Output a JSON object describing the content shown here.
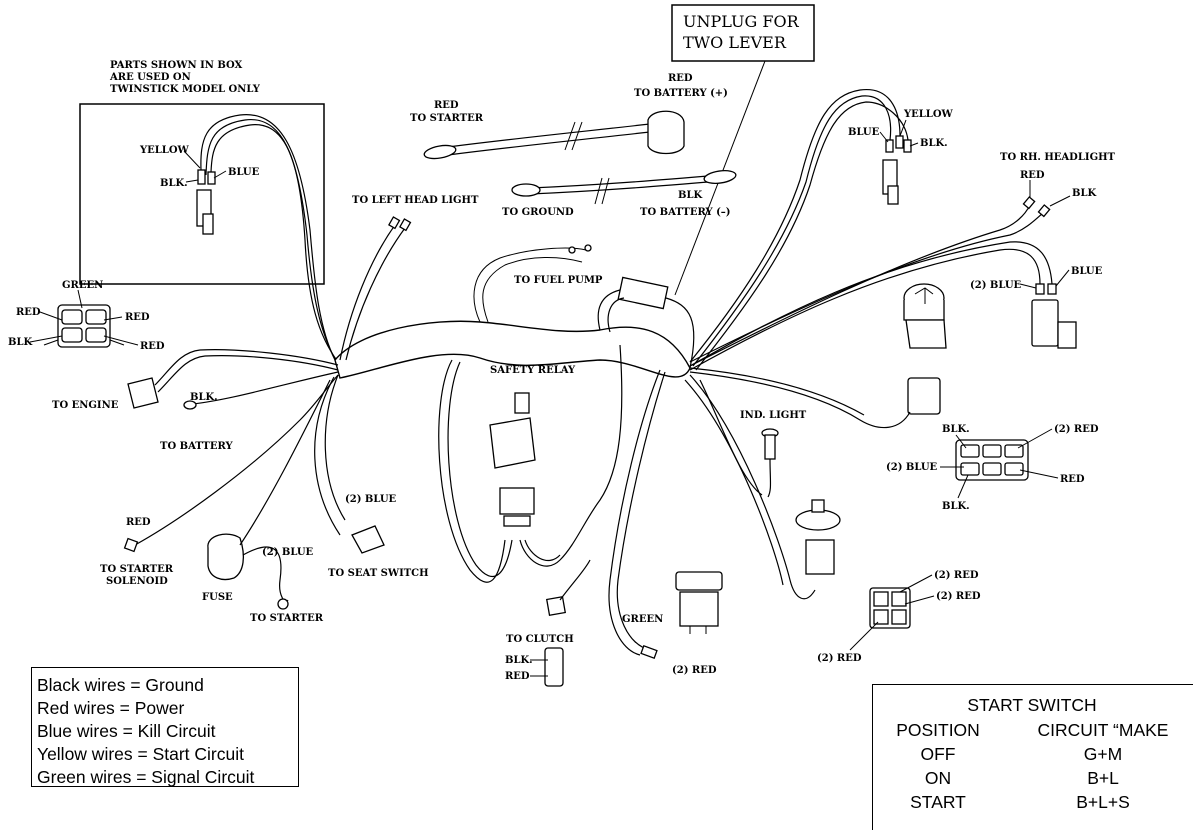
{
  "labels": {
    "unplug": [
      "UNPLUG FOR",
      "TWO LEVER"
    ],
    "box_note": [
      "PARTS SHOWN IN BOX",
      "ARE USED ON",
      "TWINSTICK MODEL ONLY"
    ],
    "yellow_box": "YELLOW",
    "blue_box": "BLUE",
    "blk_box": "BLK.",
    "red_starter": [
      "RED",
      "TO STARTER"
    ],
    "red_battery_pos": [
      "RED",
      "TO BATTERY  (+)"
    ],
    "to_ground": "TO GROUND",
    "blk_battery_neg": [
      "BLK",
      "TO BATTERY  (–)"
    ],
    "to_left_head_light": "TO LEFT HEAD LIGHT",
    "to_fuel_pump": "TO FUEL PUMP",
    "green_conn": "GREEN",
    "red_conn_1": "RED",
    "red_conn_2": "RED",
    "red_conn_3": "RED",
    "blk_conn": "BLK",
    "to_engine": "TO ENGINE",
    "blk_battery": "BLK.",
    "to_battery": "TO BATTERY",
    "safety_relay": "SAFETY RELAY",
    "red_solenoid": "RED",
    "to_starter_solenoid": [
      "TO STARTER",
      "SOLENOID"
    ],
    "fuse": "FUSE",
    "to_starter": "TO STARTER",
    "blue2_a": "(2) BLUE",
    "blue2_b": "(2) BLUE",
    "to_seat_switch": "TO SEAT SWITCH",
    "to_clutch": "TO CLUTCH",
    "clutch_blk": "BLK.",
    "clutch_red": "RED",
    "green_bottom": "GREEN",
    "red2_bottom": "(2) RED",
    "ind_light": "IND. LIGHT",
    "yellow_right": "YELLOW",
    "blue_right": "BLUE",
    "blk_right": "BLK.",
    "to_rh_headlight": "TO RH. HEADLIGHT",
    "red_rh": "RED",
    "blk_rh": "BLK",
    "blue2_right": "(2) BLUE",
    "blue_right_single": "BLUE",
    "plug_blk_top": "BLK.",
    "plug_red2": "(2) RED",
    "plug_blue2": "(2) BLUE",
    "plug_red": "RED",
    "plug_blk_bottom": "BLK.",
    "ign_red2_a": "(2) RED",
    "ign_red2_b": "(2) RED",
    "ign_red2_c": "(2) RED"
  },
  "legend": [
    "Black wires = Ground",
    "Red wires = Power",
    "Blue wires = Kill Circuit",
    "Yellow wires = Start Circuit",
    "Green wires = Signal Circuit"
  ],
  "start_switch": {
    "title": "START SWITCH",
    "col1_header": "POSITION",
    "col2_header": "CIRCUIT “MAKE",
    "rows": [
      {
        "position": "OFF",
        "circuit": "G+M"
      },
      {
        "position": "ON",
        "circuit": "B+L"
      },
      {
        "position": "START",
        "circuit": "B+L+S"
      }
    ]
  }
}
